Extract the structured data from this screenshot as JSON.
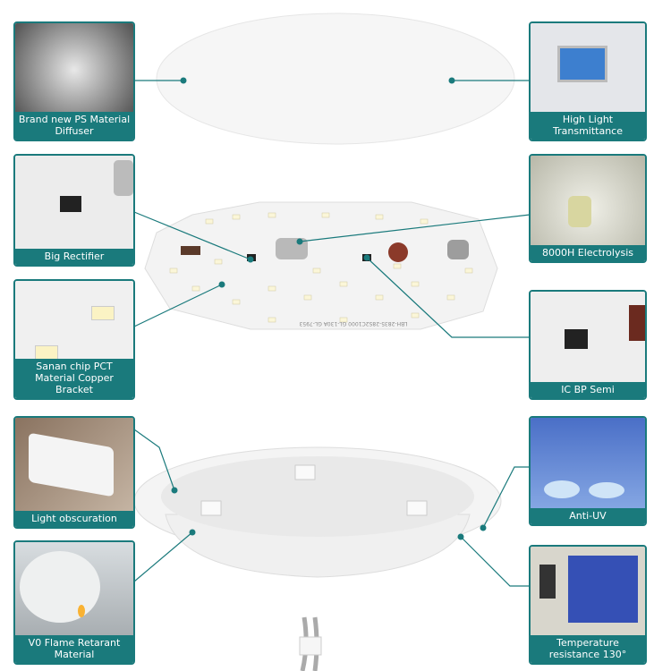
{
  "accent_color": "#1a7a7c",
  "features": {
    "left": [
      {
        "label": "Brand new PS Material Diffuser",
        "icon": "plastic-pellets-photo"
      },
      {
        "label": "Big Rectifier",
        "icon": "rectifier-chip-photo"
      },
      {
        "label": "Sanan chip PCT Material Copper Bracket",
        "icon": "led-chip-photo"
      },
      {
        "label": "Light obscuration",
        "icon": "lit-panel-photo"
      },
      {
        "label": "V0 Flame Retarant Material",
        "icon": "flame-test-photo"
      }
    ],
    "right": [
      {
        "label": "High Light Transmittance",
        "icon": "transmittance-meter-photo"
      },
      {
        "label": "8000H Electrolysis",
        "icon": "capacitor-photo"
      },
      {
        "label": "IC BP Semi",
        "icon": "ic-chip-photo"
      },
      {
        "label": "Anti-UV",
        "icon": "uv-test-photo"
      },
      {
        "label": "Temperature resistance 130°",
        "icon": "oven-photo"
      }
    ]
  },
  "pcb_marking": "LBH-2835-28S2C1000 GL-130A GL-7953"
}
